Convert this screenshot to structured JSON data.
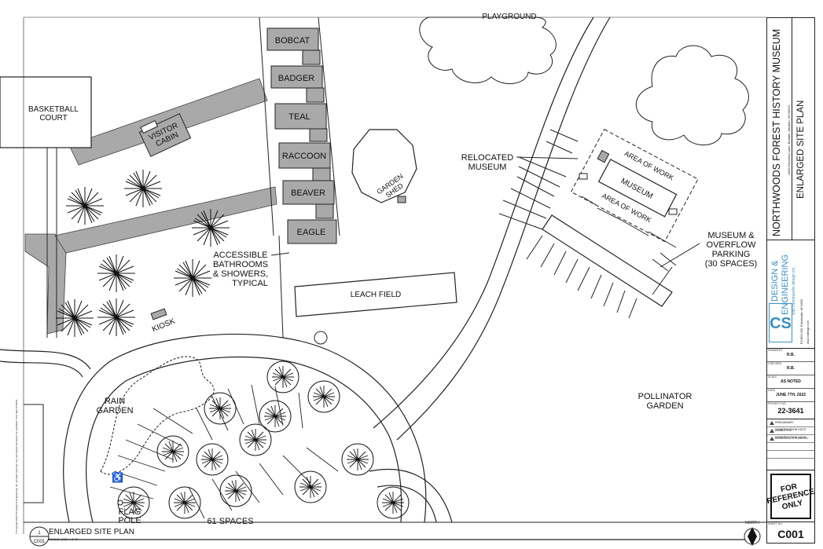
{
  "sheet": {
    "project_name": "NORTHWOODS FOREST HISTORY MUSEUM",
    "project_address": "1400 Discovery Lane, Boulder Junction, WI 54512",
    "drawing_title": "ENLARGED SITE PLAN",
    "firm_name_1": "DESIGN &",
    "firm_name_2": "ENGINEERING",
    "firm_sub": "with Homeworks design inc.",
    "firm_initials": "CS",
    "firm_address": "PO BOX 000, Rhinelander, WI 54501",
    "firm_contact": "www.csdesign.com",
    "drawn_by_label": "DRAWN BY",
    "drawn_by": "R.B.",
    "checked_by_label": "CHECKED",
    "checked_by": "R.B.",
    "scale_label": "SCALE",
    "scale": "AS NOTED",
    "date_label": "DATE",
    "date": "JUNE 7TH, 2022",
    "project_no_label": "PROJECT NO.",
    "project_no": "22-3641",
    "revisions": [
      "PRELIMINARY CONSTRUCTION DOCS",
      "ISSUED FOR CONSTRUCTION DOCS",
      "REVISED SITE PLAN REV"
    ],
    "stamp": "FOR\nREFERENCE\nONLY",
    "sheet_label": "SHEET NO.",
    "sheet_number": "C001"
  },
  "footer": {
    "detail_number": "1",
    "detail_sheet": "C001",
    "detail_title": "ENLARGED SITE PLAN",
    "detail_scale": "SCALE: 1/16\" = 1'-0\"",
    "north_label": "NORTH",
    "copyright": "© Copyright 2022 CS Design & Engineering, Inc. all rights reserved. Any use without permission is prohibited. Print date 6/7/2022"
  },
  "labels": {
    "playground": "PLAYGROUND",
    "basketball_1": "BASKETBALL",
    "basketball_2": "COURT",
    "visitor_1": "VISITOR",
    "visitor_2": "CABIN",
    "cabins": [
      "BOBCAT",
      "BADGER",
      "TEAL",
      "RACCOON",
      "BEAVER",
      "EAGLE"
    ],
    "garden_shed_1": "GARDEN",
    "garden_shed_2": "SHED",
    "relocated_1": "RELOCATED",
    "relocated_2": "MUSEUM",
    "area_of_work": "AREA OF WORK",
    "museum": "MUSEUM",
    "parking_1": "MUSEUM &",
    "parking_2": "OVERFLOW",
    "parking_3": "PARKING",
    "parking_4": "(30 SPACES)",
    "accessible_1": "ACCESSIBLE",
    "accessible_2": "BATHROOMS",
    "accessible_3": "& SHOWERS,",
    "accessible_4": "TYPICAL",
    "leach_field": "LEACH FIELD",
    "kiosk": "KIOSK",
    "rain_garden_1": "RAIN",
    "rain_garden_2": "GARDEN",
    "pollinator_1": "POLLINATOR",
    "pollinator_2": "GARDEN",
    "flag_pole_1": "FLAG",
    "flag_pole_2": "POLE",
    "spaces": "61 SPACES",
    "accessible_symbol": "♿"
  }
}
